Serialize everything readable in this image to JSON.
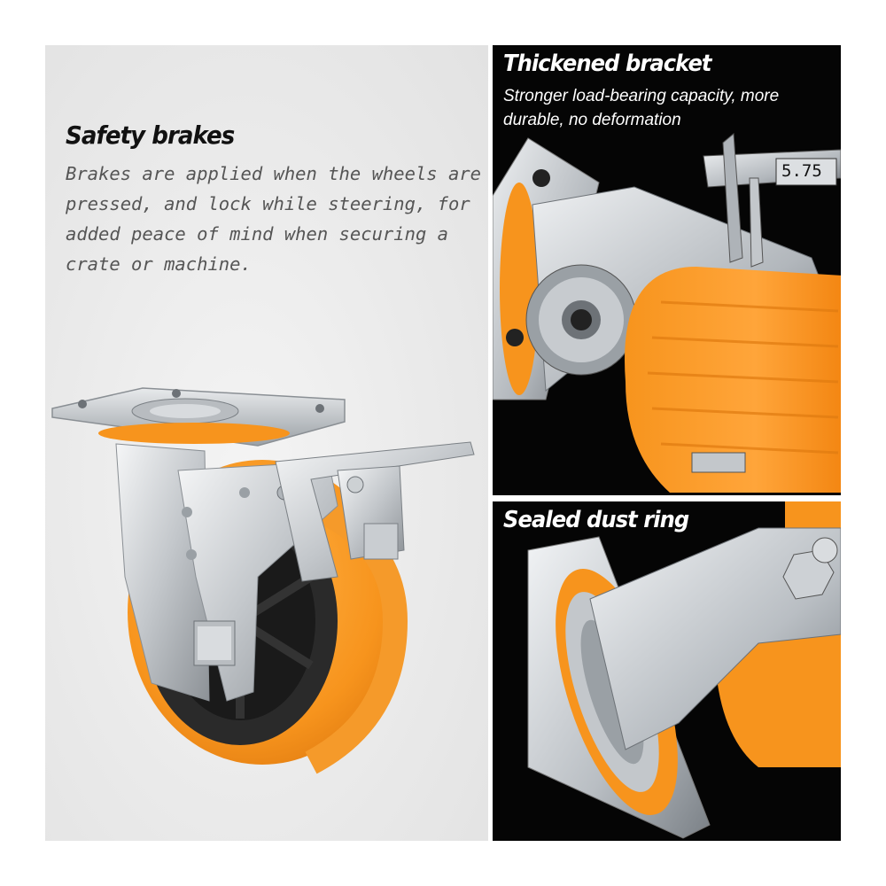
{
  "safety": {
    "title": "Safety brakes",
    "description": "Brakes are applied when the wheels are pressed, and lock while steering, for added peace of mind when securing a crate or machine."
  },
  "bracket": {
    "title": "Thickened bracket",
    "description": "Stronger load-bearing capacity, more durable, no deformation",
    "caliper_reading": "5.75"
  },
  "dust_ring": {
    "title": "Sealed dust ring"
  },
  "colors": {
    "wheel_orange": "#f7941d",
    "steel": "#c9cdd1",
    "panel_dark": "#050505",
    "panel_light": "#ececec"
  }
}
